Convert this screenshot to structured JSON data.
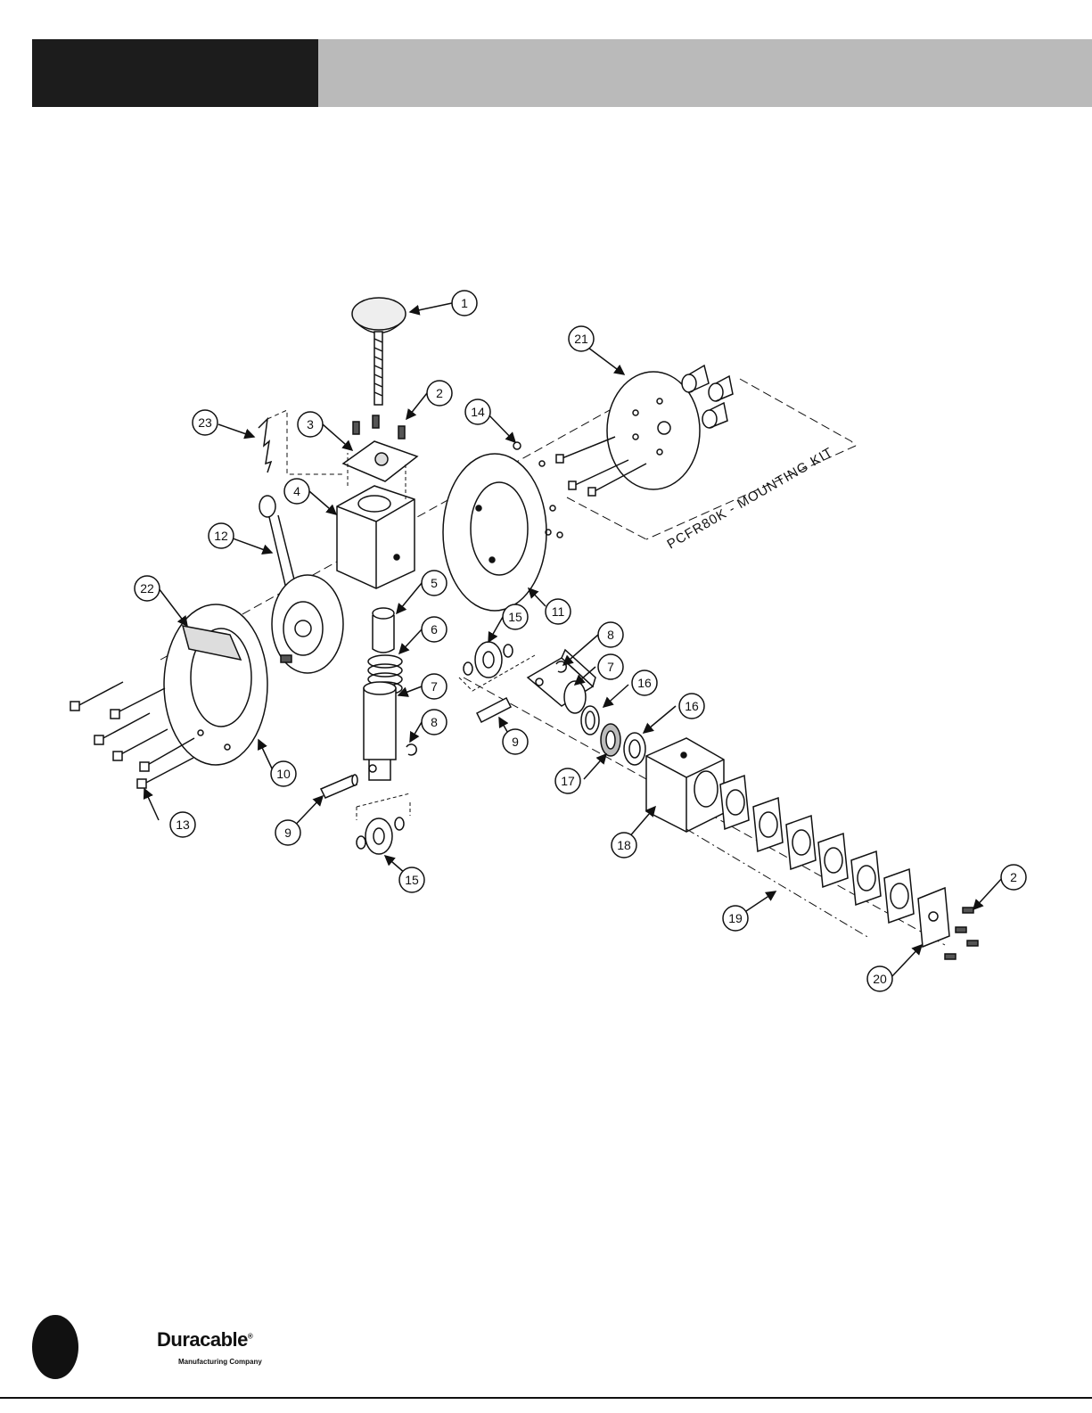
{
  "callouts": [
    {
      "n": "1"
    },
    {
      "n": "2"
    },
    {
      "n": "3"
    },
    {
      "n": "4"
    },
    {
      "n": "5"
    },
    {
      "n": "6"
    },
    {
      "n": "7"
    },
    {
      "n": "8"
    },
    {
      "n": "9"
    },
    {
      "n": "10"
    },
    {
      "n": "11"
    },
    {
      "n": "12"
    },
    {
      "n": "13"
    },
    {
      "n": "14"
    },
    {
      "n": "15"
    },
    {
      "n": "16"
    },
    {
      "n": "17"
    },
    {
      "n": "18"
    },
    {
      "n": "19"
    },
    {
      "n": "20"
    },
    {
      "n": "21"
    },
    {
      "n": "22"
    },
    {
      "n": "23"
    },
    {
      "n": "2"
    },
    {
      "n": "7"
    },
    {
      "n": "8"
    },
    {
      "n": "9"
    },
    {
      "n": "15"
    },
    {
      "n": "16"
    }
  ],
  "kit_label": "PCFR80K  -  MOUNTING  KIT",
  "logo": {
    "name": "Duracable",
    "tagline": "Manufacturing Company"
  },
  "colors": {
    "header_black": "#1c1c1c",
    "header_gray": "#bababa",
    "ink": "#111111"
  }
}
